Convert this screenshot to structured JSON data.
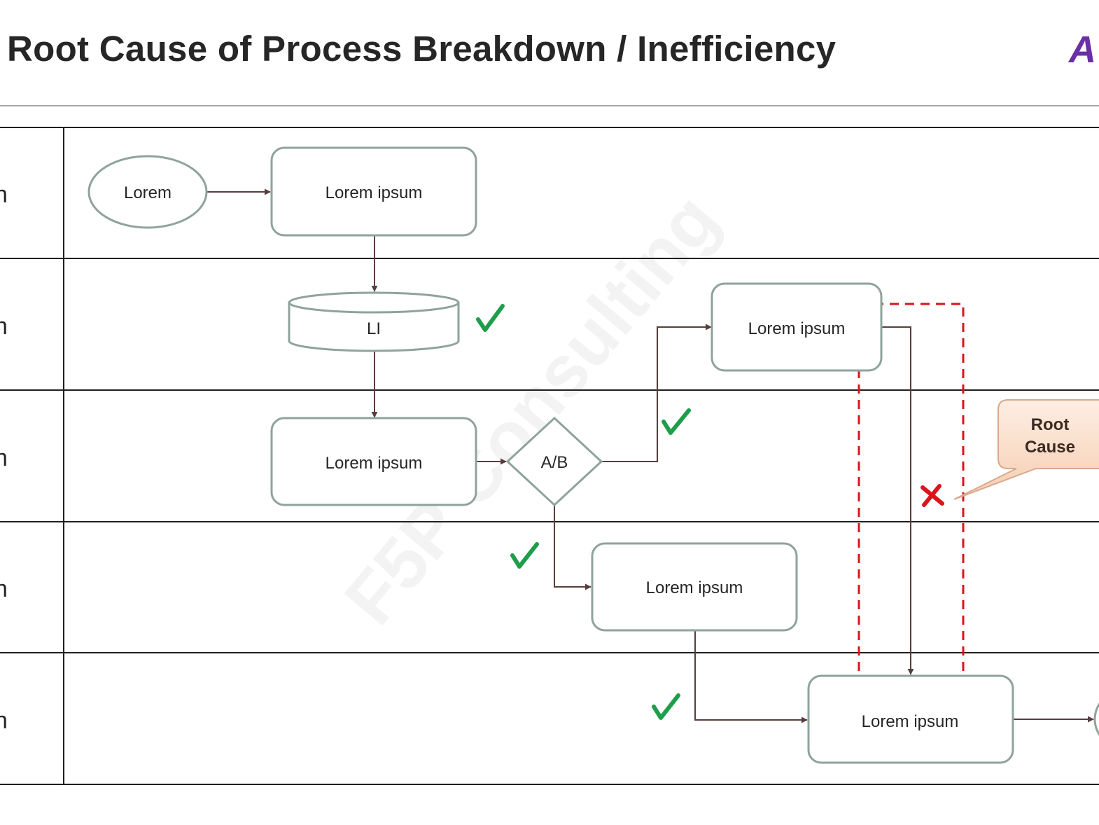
{
  "title": "Root Cause of Process Breakdown / Inefficiency",
  "logo_text": "A",
  "watermark": "F5P Consulting",
  "lanes": [
    {
      "label": "n"
    },
    {
      "label": "n"
    },
    {
      "label": "n"
    },
    {
      "label": "n"
    },
    {
      "label": "n"
    }
  ],
  "nodes": {
    "start": "Lorem",
    "step1": "Lorem ipsum",
    "database": "LI",
    "step2": "Lorem ipsum",
    "decision": "A/B",
    "step_upper": "Lorem ipsum",
    "step_lower": "Lorem ipsum",
    "step_final": "Lorem ipsum"
  },
  "callout": {
    "line1": "Root",
    "line2": "Cause"
  },
  "colors": {
    "node_border": "#8fa39b",
    "arrow": "#5a3d3d",
    "check": "#1e9e4a",
    "root_cause_red": "#d9151b",
    "callout_fill": "#f9d9c3",
    "logo": "#6a2ea6"
  }
}
